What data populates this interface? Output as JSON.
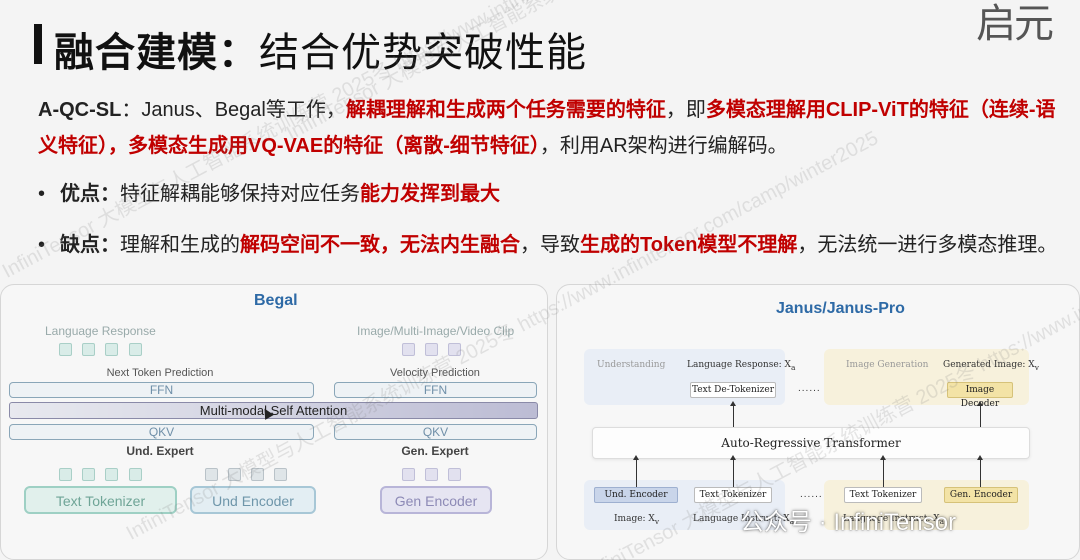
{
  "slide": {
    "title_main": "融合建模：",
    "title_sub": "结合优势突破性能",
    "logo_text": "启元",
    "para": {
      "lead": "A-QC-SL",
      "t1": "：Janus、Begal等工作，",
      "r1": "解耦理解和生成两个任务需要的特征",
      "t2": "，即",
      "r2": "多模态理解用CLIP-ViT的特征（连续-语义特征），多模态生成用VQ-VAE的特征（离散-细节特征）",
      "t3": "，利用AR架构进行编解码。"
    },
    "bullets": [
      {
        "bullet": "•",
        "label": "优点：",
        "t1": "特征解耦能够保持对应任务",
        "r1": "能力发挥到最大",
        "t2": "",
        "r2": "",
        "t3": "",
        "r3": "",
        "t4": ""
      },
      {
        "bullet": "•",
        "label": "缺点：",
        "t1": "理解和生成的",
        "r1": "解码空间不一致，无法内生融合",
        "t2": "，导致",
        "r2": "生成的Token模型不理解",
        "t3": "，无法统一进行多模态推理。",
        "r3": "",
        "t4": ""
      }
    ],
    "watermarks": [
      "InfiniTensor 大模型与人工智能系统训练营 2025冬 https://www.infinitensor.com/camp/winter2025"
    ]
  },
  "begal": {
    "title": "Begal",
    "language_response": "Language Response",
    "image_clip": "Image/Multi-Image/Video Clip",
    "next_token": "Next Token Prediction",
    "velocity": "Velocity Prediction",
    "ffn": "FFN",
    "attention": "Multi-modal Self Attention",
    "qkv": "QKV",
    "und_expert": "Und. Expert",
    "gen_expert": "Gen. Expert",
    "text_tokenizer": "Text Tokenizer",
    "und_encoder": "Und Encoder",
    "gen_encoder": "Gen Encoder"
  },
  "janus": {
    "title": "Janus/Janus-Pro",
    "understanding": "Understanding",
    "image_generation": "Image Generation",
    "lang_resp": "Language Response: X",
    "lang_resp_sub": "a",
    "gen_image": "Generated Image: X",
    "gen_image_sub": "v",
    "text_detok": "Text De-Tokenizer",
    "image_decoder": "Image Decoder",
    "transformer": "Auto-Regressive Transformer",
    "und_encoder": "Und. Encoder",
    "text_tokenizer": "Text Tokenizer",
    "gen_encoder": "Gen. Encoder",
    "image_x": "Image: X",
    "image_x_sub": "v",
    "lang_instruct": "Language Instruct: X",
    "lang_instruct_sub": "a",
    "dots": "......"
  },
  "credit": "公众号 · InfiniTensor",
  "colors": {
    "accent_red": "#c00000",
    "title_blue": "#2e6aa6"
  }
}
